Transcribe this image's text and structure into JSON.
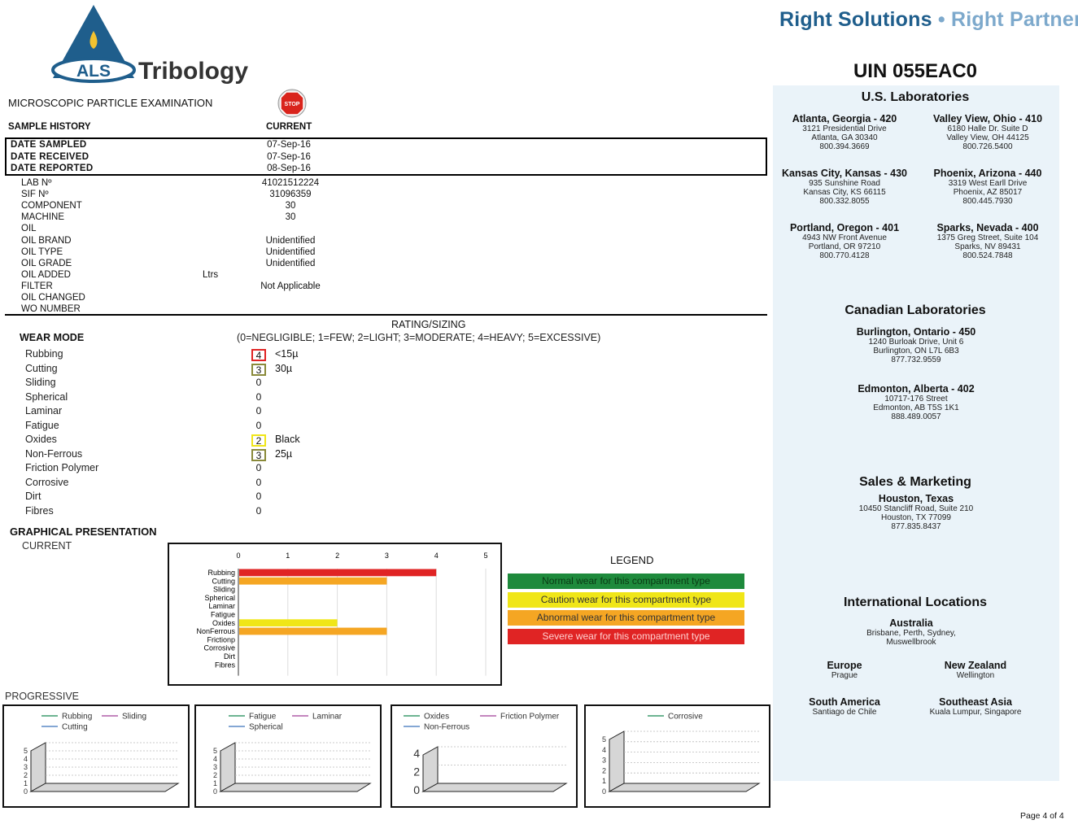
{
  "header": {
    "logo_text": "ALS",
    "logo_sub": "Tribology",
    "slogan_part1": "Right Solutions",
    "slogan_sep": "•",
    "slogan_part2": "Right Partner",
    "uin": "UIN 055EAC0"
  },
  "colors": {
    "brand_blue": "#1f5e8c",
    "brand_light": "#7da9cc",
    "normal": "#1e8a3c",
    "caution": "#f0e618",
    "abnormal": "#f5a623",
    "severe": "#e02424",
    "sidebar_bg": "#eaf3f9"
  },
  "report": {
    "section_title": "MICROSCOPIC PARTICLE EXAMINATION",
    "stop_icon_text": "STOP",
    "sample_history_label": "SAMPLE HISTORY",
    "current_label": "CURRENT",
    "dates": [
      {
        "label": "DATE SAMPLED",
        "value": "07-Sep-16"
      },
      {
        "label": "DATE RECEIVED",
        "value": "07-Sep-16"
      },
      {
        "label": "DATE REPORTED",
        "value": "08-Sep-16"
      }
    ],
    "fields": [
      {
        "label": "LAB Nº",
        "value": "41021512224"
      },
      {
        "label": "SIF Nº",
        "value": "31096359"
      },
      {
        "label": "COMPONENT",
        "value": "30"
      },
      {
        "label": "MACHINE",
        "value": "30"
      },
      {
        "label": "OIL",
        "value": ""
      },
      {
        "label": "OIL BRAND",
        "value": "Unidentified"
      },
      {
        "label": "OIL TYPE",
        "value": "Unidentified"
      },
      {
        "label": "OIL GRADE",
        "value": "Unidentified"
      },
      {
        "label": "OIL ADDED",
        "value": "",
        "unit": "Ltrs"
      },
      {
        "label": "FILTER",
        "value": "Not Applicable"
      },
      {
        "label": "OIL CHANGED",
        "value": ""
      },
      {
        "label": "WO NUMBER",
        "value": ""
      }
    ],
    "rating_title": "RATING/SIZING",
    "wear_mode_label": "WEAR MODE",
    "rating_scale": "(0=NEGLIGIBLE; 1=FEW; 2=LIGHT; 3=MODERATE; 4=HEAVY; 5=EXCESSIVE)",
    "wear_modes": [
      {
        "name": "Rubbing",
        "rating": "4",
        "size": "<15µ",
        "level": "severe"
      },
      {
        "name": "Cutting",
        "rating": "3",
        "size": "30µ",
        "level": "abnormal"
      },
      {
        "name": "Sliding",
        "rating": "0",
        "size": "",
        "level": ""
      },
      {
        "name": "Spherical",
        "rating": "0",
        "size": "",
        "level": ""
      },
      {
        "name": "Laminar",
        "rating": "0",
        "size": "",
        "level": ""
      },
      {
        "name": "Fatigue",
        "rating": "0",
        "size": "",
        "level": ""
      },
      {
        "name": "Oxides",
        "rating": "2",
        "size": "Black",
        "level": "caution"
      },
      {
        "name": "Non-Ferrous",
        "rating": "3",
        "size": "25µ",
        "level": "abnormal"
      },
      {
        "name": "Friction Polymer",
        "rating": "0",
        "size": "",
        "level": ""
      },
      {
        "name": "Corrosive",
        "rating": "0",
        "size": "",
        "level": ""
      },
      {
        "name": "Dirt",
        "rating": "0",
        "size": "",
        "level": ""
      },
      {
        "name": "Fibres",
        "rating": "0",
        "size": "",
        "level": ""
      }
    ],
    "graph_title": "GRAPHICAL PRESENTATION",
    "current_sub": "CURRENT",
    "progressive_label": "PROGRESSIVE",
    "page_number": "Page 4 of 4"
  },
  "legend": {
    "title": "LEGEND",
    "items": [
      {
        "label": "Normal wear for this compartment type",
        "color": "#1e8a3c"
      },
      {
        "label": "Caution wear for this compartment type",
        "color": "#f0e618"
      },
      {
        "label": "Abnormal wear for this compartment type",
        "color": "#f5a623"
      },
      {
        "label": "Severe wear for this compartment type",
        "color": "#e02424"
      }
    ]
  },
  "chart_data": [
    {
      "type": "bar",
      "orientation": "horizontal",
      "categories": [
        "Rubbing",
        "Cutting",
        "Sliding",
        "Spherical",
        "Laminar",
        "Fatigue",
        "Oxides",
        "NonFerrous",
        "Frictionp",
        "Corrosive",
        "Dirt",
        "Fibres"
      ],
      "values": [
        4,
        3,
        0,
        0,
        0,
        0,
        2,
        3,
        0,
        0,
        0,
        0
      ],
      "bar_colors": [
        "#e02424",
        "#f5a623",
        "",
        "",
        "",
        "",
        "#f0e618",
        "#f5a623",
        "",
        "",
        "",
        ""
      ],
      "xlim": [
        0,
        5
      ],
      "xticks": [
        "0",
        "1",
        "2",
        "3",
        "4",
        "5"
      ],
      "grid": true
    },
    {
      "type": "area",
      "legend": [
        "Rubbing",
        "Sliding",
        "Cutting"
      ],
      "legend_colors": [
        "#3f9b6e",
        "#b05fa8",
        "#5b8ac6"
      ],
      "yticks": [
        "0",
        "1",
        "2",
        "3",
        "4",
        "5"
      ],
      "ylim": [
        0,
        5
      ],
      "series": []
    },
    {
      "type": "area",
      "legend": [
        "Fatigue",
        "Laminar",
        "Spherical"
      ],
      "legend_colors": [
        "#3f9b6e",
        "#b05fa8",
        "#5b8ac6"
      ],
      "yticks": [
        "0",
        "1",
        "2",
        "3",
        "4",
        "5"
      ],
      "ylim": [
        0,
        5
      ],
      "series": []
    },
    {
      "type": "area",
      "legend": [
        "Oxides",
        "Friction Polymer",
        "Non-Ferrous"
      ],
      "legend_colors": [
        "#3f9b6e",
        "#b05fa8",
        "#5b8ac6"
      ],
      "yticks": [
        "0",
        "2",
        "4"
      ],
      "ylim": [
        0,
        5
      ],
      "series": []
    },
    {
      "type": "area",
      "legend": [
        "Corrosive"
      ],
      "legend_colors": [
        "#3f9b6e"
      ],
      "yticks": [
        "0",
        "1",
        "2",
        "3",
        "4",
        "5"
      ],
      "ylim": [
        0,
        5
      ],
      "series": []
    }
  ],
  "sidebar": {
    "us_title": "U.S. Laboratories",
    "us_labs": [
      {
        "name": "Atlanta, Georgia - 420",
        "l1": "3121 Presidential Drive",
        "l2": "Atlanta, GA 30340",
        "l3": "800.394.3669"
      },
      {
        "name": "Valley View, Ohio - 410",
        "l1": "6180 Halle Dr. Suite D",
        "l2": "Valley View, OH 44125",
        "l3": "800.726.5400"
      },
      {
        "name": "Kansas City, Kansas - 430",
        "l1": "935 Sunshine Road",
        "l2": "Kansas City, KS 66115",
        "l3": "800.332.8055"
      },
      {
        "name": "Phoenix, Arizona - 440",
        "l1": "3319 West Earll Drive",
        "l2": "Phoenix, AZ 85017",
        "l3": "800.445.7930"
      },
      {
        "name": "Portland, Oregon - 401",
        "l1": "4943 NW Front Avenue",
        "l2": "Portland, OR 97210",
        "l3": "800.770.4128"
      },
      {
        "name": "Sparks, Nevada - 400",
        "l1": "1375 Greg Street, Suite 104",
        "l2": "Sparks, NV 89431",
        "l3": "800.524.7848"
      }
    ],
    "ca_title": "Canadian Laboratories",
    "ca_labs": [
      {
        "name": "Burlington, Ontario - 450",
        "l1": "1240 Burloak Drive, Unit 6",
        "l2": "Burlington, ON L7L 6B3",
        "l3": "877.732.9559"
      },
      {
        "name": "Edmonton, Alberta - 402",
        "l1": "10717-176 Street",
        "l2": "Edmonton, AB T5S 1K1",
        "l3": "888.489.0057"
      }
    ],
    "sales_title": "Sales & Marketing",
    "sales": {
      "name": "Houston, Texas",
      "l1": "10450 Stancliff Road, Suite 210",
      "l2": "Houston, TX 77099",
      "l3": "877.835.8437"
    },
    "intl_title": "International Locations",
    "intl": [
      {
        "name": "Australia",
        "l1": "Brisbane, Perth, Sydney,",
        "l2": "Muswellbrook"
      },
      {
        "name": "Europe",
        "l1": "Prague"
      },
      {
        "name": "New Zealand",
        "l1": "Wellington"
      },
      {
        "name": "South America",
        "l1": "Santiago de Chile"
      },
      {
        "name": "Southeast Asia",
        "l1": "Kuala Lumpur, Singapore"
      }
    ]
  }
}
